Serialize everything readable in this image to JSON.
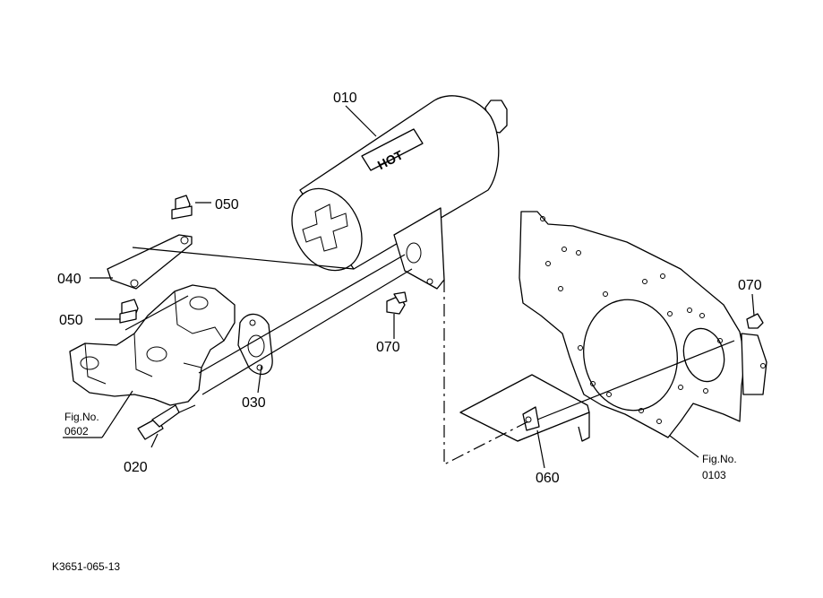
{
  "callouts": {
    "p010": "010",
    "p020": "020",
    "p030": "030",
    "p040": "040",
    "p050_top": "050",
    "p050_left": "050",
    "p060": "060",
    "p070_mid": "070",
    "p070_right": "070"
  },
  "figure_refs": {
    "left": {
      "prefix": "Fig.No.",
      "number": "0602"
    },
    "right": {
      "prefix": "Fig.No.",
      "number": "0103"
    }
  },
  "muffler_text": "HOT",
  "drawing_id": "K3651-065-13"
}
